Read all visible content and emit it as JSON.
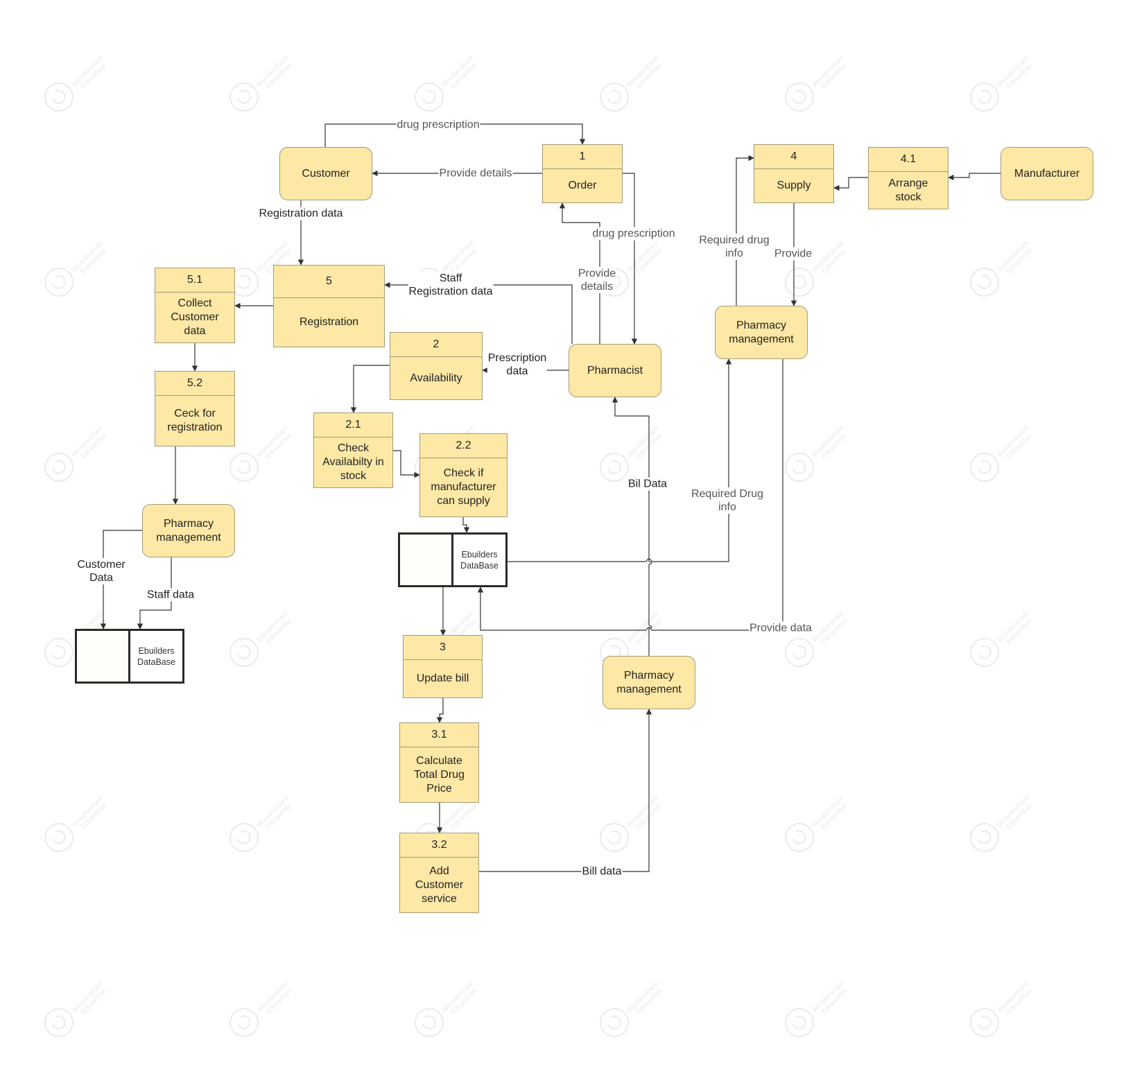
{
  "entities": {
    "customer": "Customer",
    "pharmacist": "Pharmacist",
    "manufacturer": "Manufacturer",
    "pm_left": "Pharmacy\nmanagement",
    "pm_right": "Pharmacy\nmanagement",
    "pm_bottom": "Pharmacy\nmanagement"
  },
  "processes": {
    "p1": {
      "num": "1",
      "name": "Order"
    },
    "p2": {
      "num": "2",
      "name": "Availability"
    },
    "p21": {
      "num": "2.1",
      "name": "Check\nAvailabilty in\nstock"
    },
    "p22": {
      "num": "2.2",
      "name": "Check if\nmanufacturer\ncan supply"
    },
    "p3": {
      "num": "3",
      "name": "Update bill"
    },
    "p31": {
      "num": "3.1",
      "name": "Calculate\nTotal Drug\nPrice"
    },
    "p32": {
      "num": "3.2",
      "name": "Add\nCustomer\nservice"
    },
    "p4": {
      "num": "4",
      "name": "Supply"
    },
    "p41": {
      "num": "4.1",
      "name": "Arrange\nstock"
    },
    "p5": {
      "num": "5",
      "name": "Registration"
    },
    "p51": {
      "num": "5.1",
      "name": "Collect\nCustomer\ndata"
    },
    "p52": {
      "num": "5.2",
      "name": "Ceck for\nregistration"
    }
  },
  "stores": {
    "db_left": "Ebuilders\nDataBase",
    "db_center": "Ebuilders\nDataBase"
  },
  "flows": {
    "drug_prescription_top": "drug prescription",
    "provide_details_top": "Provide details",
    "registration_data": "Registration data",
    "drug_prescription_right": "drug prescription",
    "provide_details_mid": "Provide\ndetails",
    "staff_registration_data": "Staff\nRegistration data",
    "prescription_data": "Prescription\ndata",
    "bil_data": "Bil Data",
    "required_drug_info_top": "Required drug\ninfo",
    "provide": "Provide",
    "required_drug_info_mid": "Required Drug\ninfo",
    "provide_data": "Provide data",
    "customer_data": "Customer\nData",
    "staff_data": "Staff data",
    "bill_data": "Bill data"
  },
  "watermark": {
    "line1": "Wondershare",
    "line2": "EdrawMax"
  },
  "colors": {
    "node_fill": "#fde8a6",
    "node_border": "#a39a7a",
    "line": "#333333",
    "store_border": "#2a2a2a"
  }
}
